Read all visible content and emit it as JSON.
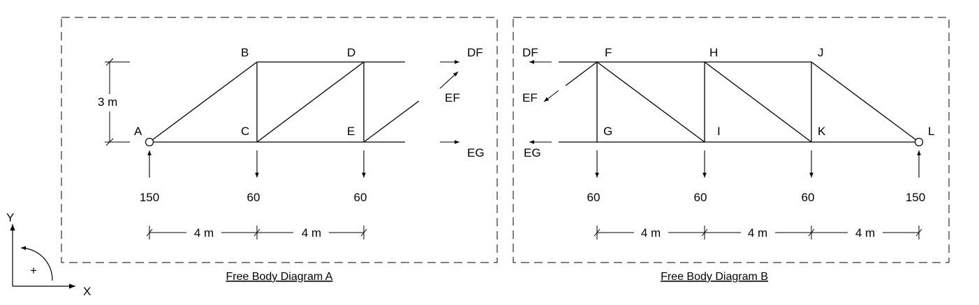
{
  "diagram_a": {
    "caption": "Free Body Diagram A",
    "joints": {
      "A": "A",
      "B": "B",
      "C": "C",
      "D": "D",
      "E": "E"
    },
    "forces": {
      "DF": "DF",
      "EF": "EF",
      "EG": "EG"
    },
    "loads": {
      "A": "150",
      "C": "60",
      "E": "60"
    },
    "dims": {
      "height": "3 m",
      "span1": "4 m",
      "span2": "4 m"
    }
  },
  "diagram_b": {
    "caption": "Free Body Diagram B",
    "joints": {
      "F": "F",
      "G": "G",
      "H": "H",
      "I": "I",
      "J": "J",
      "K": "K",
      "L": "L"
    },
    "forces": {
      "DF": "DF",
      "EF": "EF",
      "EG": "EG"
    },
    "loads": {
      "G": "60",
      "I": "60",
      "K": "60",
      "L": "150"
    },
    "dims": {
      "span1": "4 m",
      "span2": "4 m",
      "span3": "4 m"
    }
  },
  "axes": {
    "x": "X",
    "y": "Y",
    "sign": "+"
  }
}
